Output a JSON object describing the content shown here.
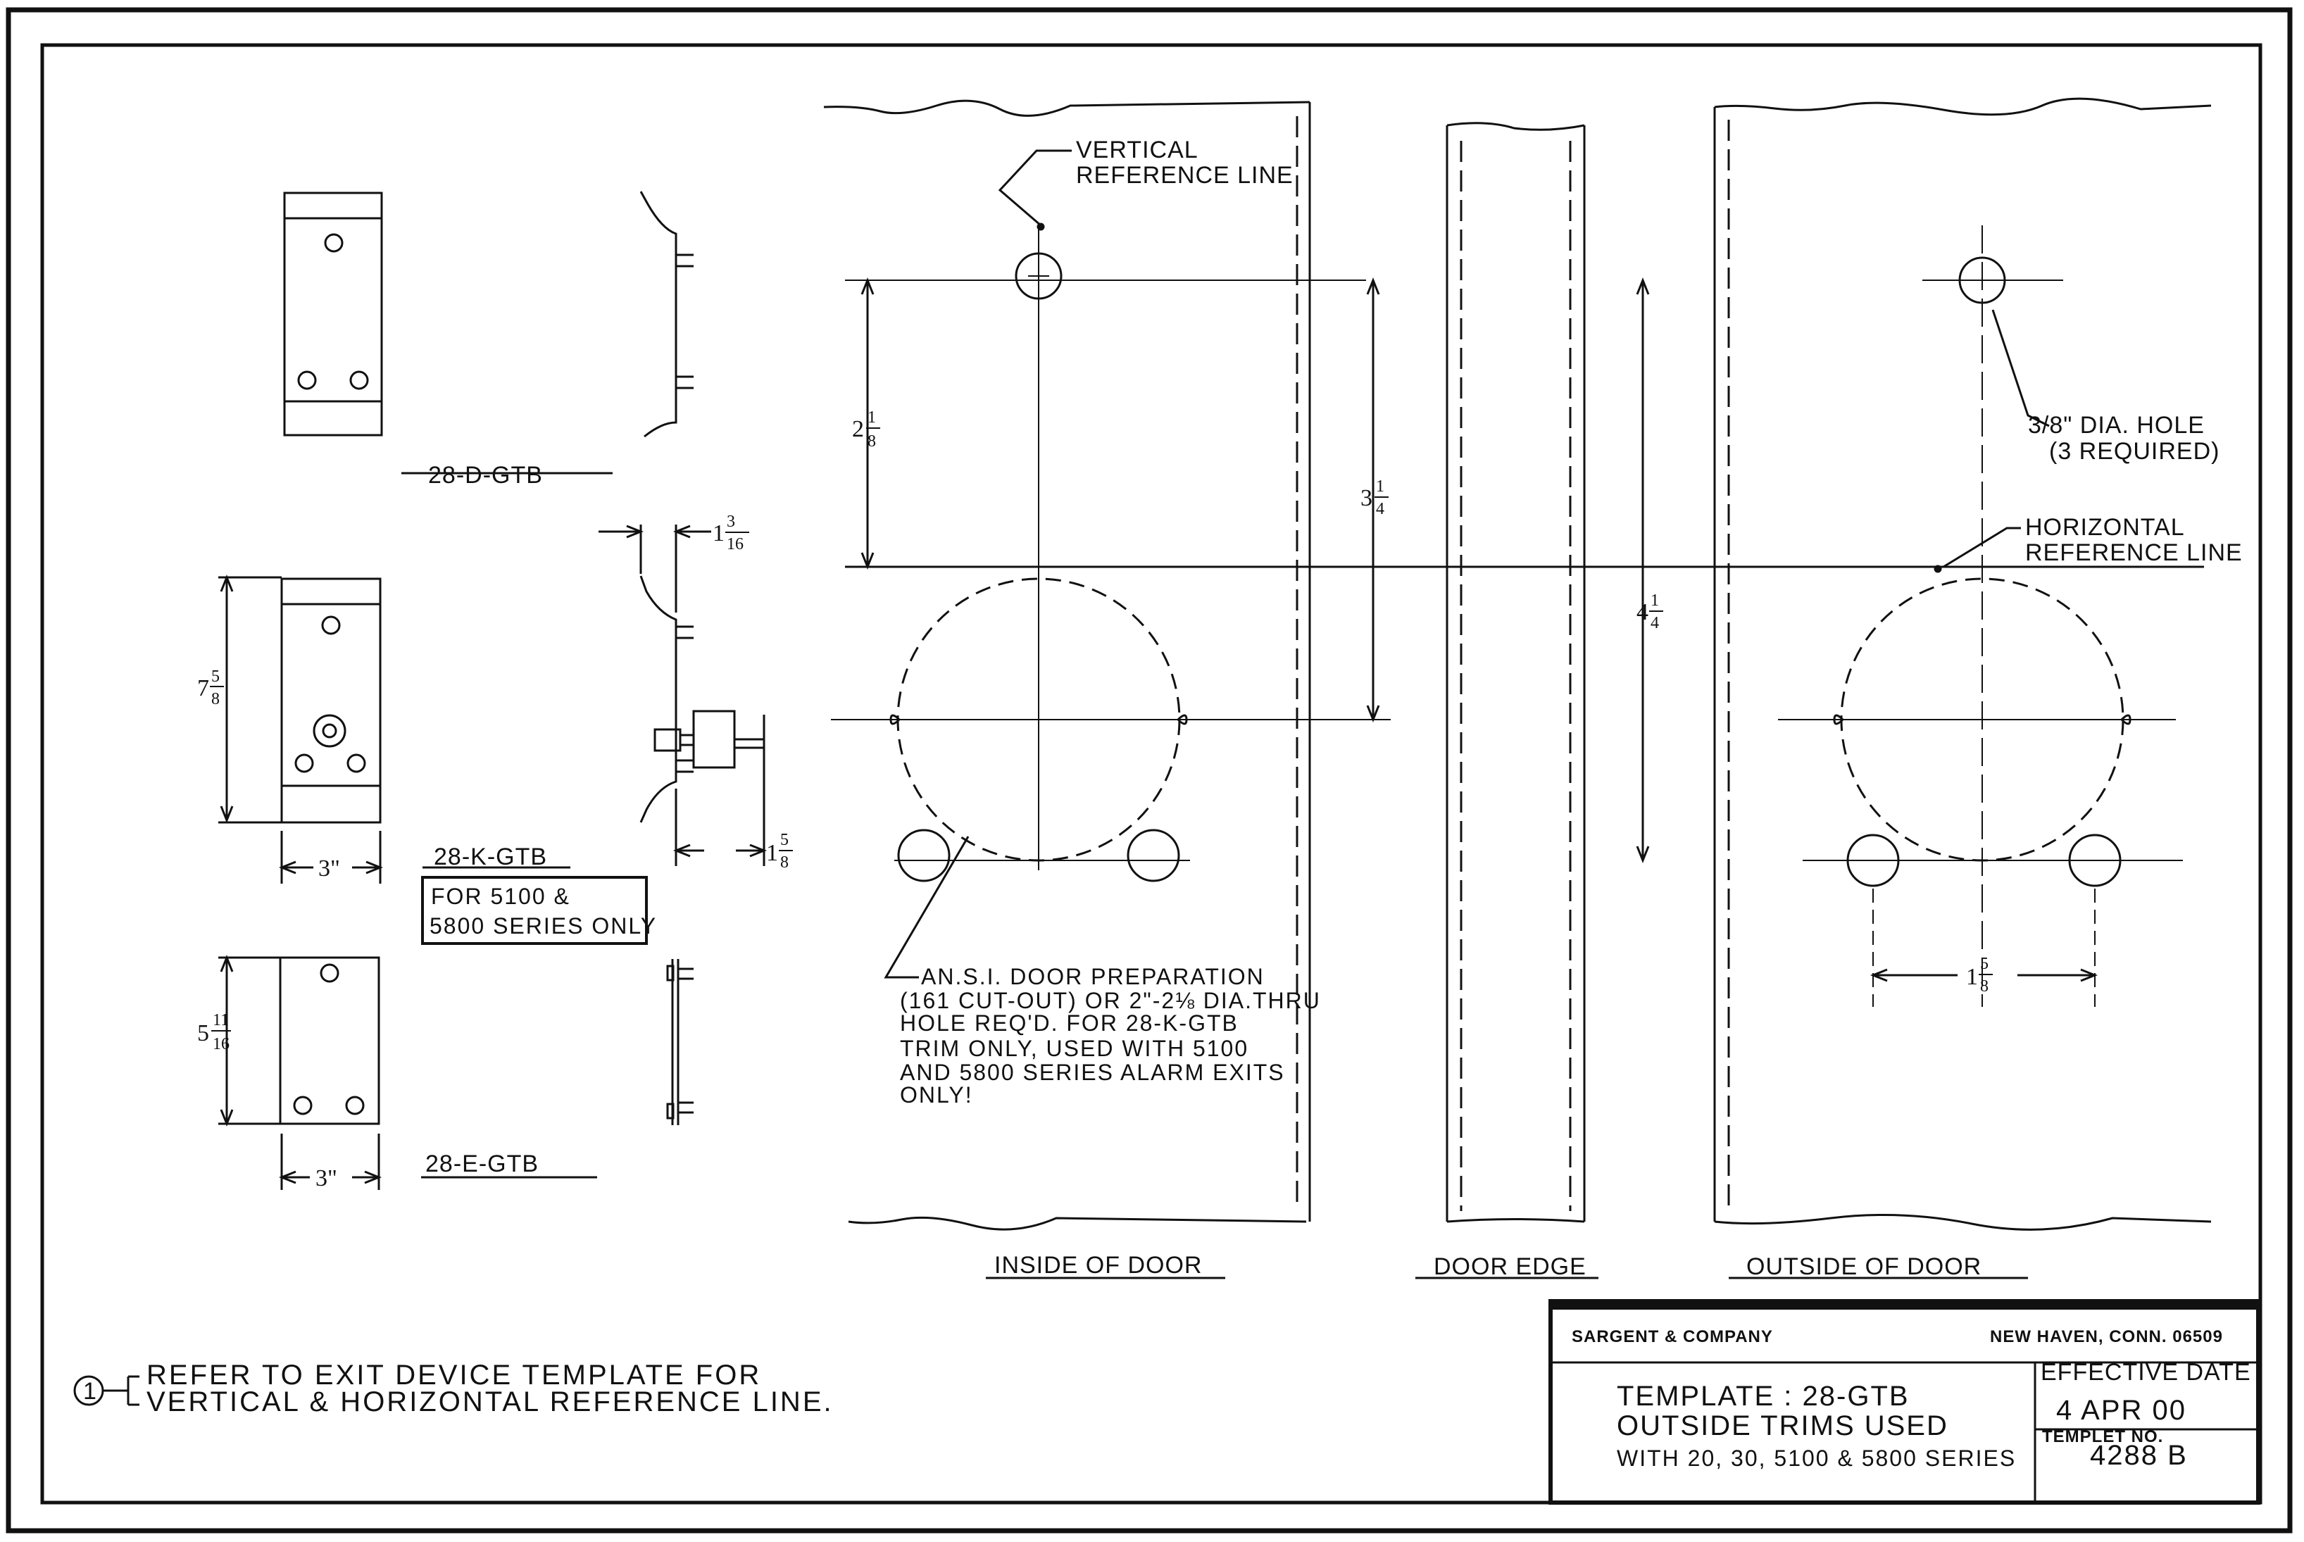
{
  "left_parts": {
    "d": {
      "label": "28-D-GTB"
    },
    "k": {
      "label": "28-K-GTB",
      "height_whole": "7",
      "height_frac_num": "5",
      "height_frac_den": "8",
      "width": "3\"",
      "note_line1": "FOR 5100 &",
      "note_line2": "5800 SERIES ONLY",
      "projection_whole": "1",
      "projection_num": "3",
      "projection_den": "16",
      "cylinder_whole": "1",
      "cylinder_num": "5",
      "cylinder_den": "8"
    },
    "e": {
      "label": "28-E-GTB",
      "height_whole": "5",
      "height_frac_num": "11",
      "height_frac_den": "16",
      "width": "3\""
    }
  },
  "door_views": {
    "inside_label": "INSIDE OF DOOR",
    "edge_label": "DOOR EDGE",
    "outside_label": "OUTSIDE OF DOOR",
    "vertical_ref_line1": "VERTICAL",
    "vertical_ref_line2": "REFERENCE LINE",
    "horizontal_ref_line1": "HORIZONTAL",
    "horizontal_ref_line2": "REFERENCE LINE",
    "hole_note_line1": "3/8\" DIA. HOLE",
    "hole_note_line2": "(3 REQUIRED)",
    "dim_a_whole": "2",
    "dim_a_num": "1",
    "dim_a_den": "8",
    "dim_b_whole": "3",
    "dim_b_num": "1",
    "dim_b_den": "4",
    "dim_c_whole": "4",
    "dim_c_num": "1",
    "dim_c_den": "4",
    "dim_d_whole": "1",
    "dim_d_num": "5",
    "dim_d_den": "8",
    "ansi_note": [
      "AN.S.I. DOOR PREPARATION",
      "(161 CUT-OUT) OR 2\"-2⅛ DIA.THRU",
      "HOLE REQ'D. FOR 28-K-GTB",
      "TRIM ONLY, USED WITH 5100",
      "AND 5800 SERIES ALARM EXITS",
      "ONLY!"
    ]
  },
  "footnote": {
    "marker": "1",
    "line1": "REFER TO EXIT DEVICE TEMPLATE FOR",
    "line2": "VERTICAL & HORIZONTAL REFERENCE LINE."
  },
  "title_block": {
    "company": "SARGENT & COMPANY",
    "location": "NEW HAVEN, CONN. 06509",
    "title_line1": "TEMPLATE : 28-GTB",
    "title_line2": "OUTSIDE TRIMS USED",
    "title_line3": "WITH 20, 30, 5100 & 5800 SERIES",
    "effective_label": "EFFECTIVE DATE",
    "effective_date": "4 APR 00",
    "templet_label": "TEMPLET NO.",
    "templet_no": "4288 B"
  }
}
